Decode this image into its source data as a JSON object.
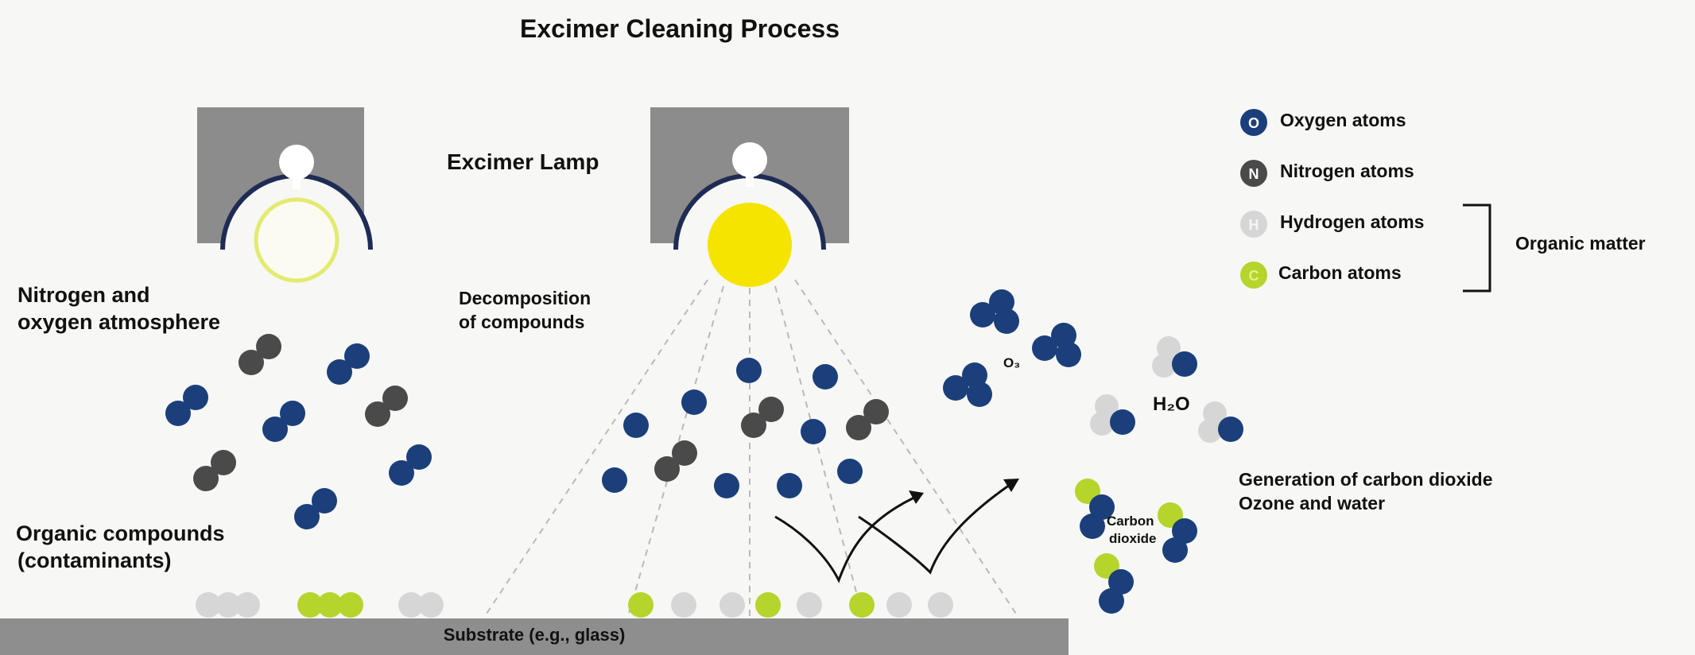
{
  "title": "Excimer Cleaning Process",
  "lamp_label": "Excimer Lamp",
  "atmosphere_label": [
    "Nitrogen and",
    "oxygen atmosphere"
  ],
  "decomposition_label": [
    "Decomposition",
    "of compounds"
  ],
  "contaminants_label": [
    "Organic compounds",
    "(contaminants)"
  ],
  "generation_label": [
    "Generation of carbon dioxide",
    "Ozone and water"
  ],
  "co2_label": [
    "Carbon",
    "dioxide"
  ],
  "h2o_label": "H₂O",
  "o3_label": "O₃",
  "substrate_label": "Substrate (e.g., glass)",
  "legend": {
    "items": [
      {
        "symbol": "O",
        "label": "Oxygen atoms",
        "color": "#1b3f7a"
      },
      {
        "symbol": "N",
        "label": "Nitrogen atoms",
        "color": "#4a4a4a"
      },
      {
        "symbol": "H",
        "label": "Hydrogen atoms",
        "color": "#d6d6d6"
      },
      {
        "symbol": "C",
        "label": "Carbon atoms",
        "color": "#b5d42c"
      }
    ],
    "group_label": "Organic matter"
  },
  "colors": {
    "oxygen": "#1b3f7a",
    "nitrogen": "#4a4a4a",
    "hydrogen": "#d6d6d6",
    "carbon": "#b5d42c",
    "lamp_housing": "#8c8c8c",
    "lamp_glow": "#f5e400",
    "substrate": "#8e8e8e"
  }
}
